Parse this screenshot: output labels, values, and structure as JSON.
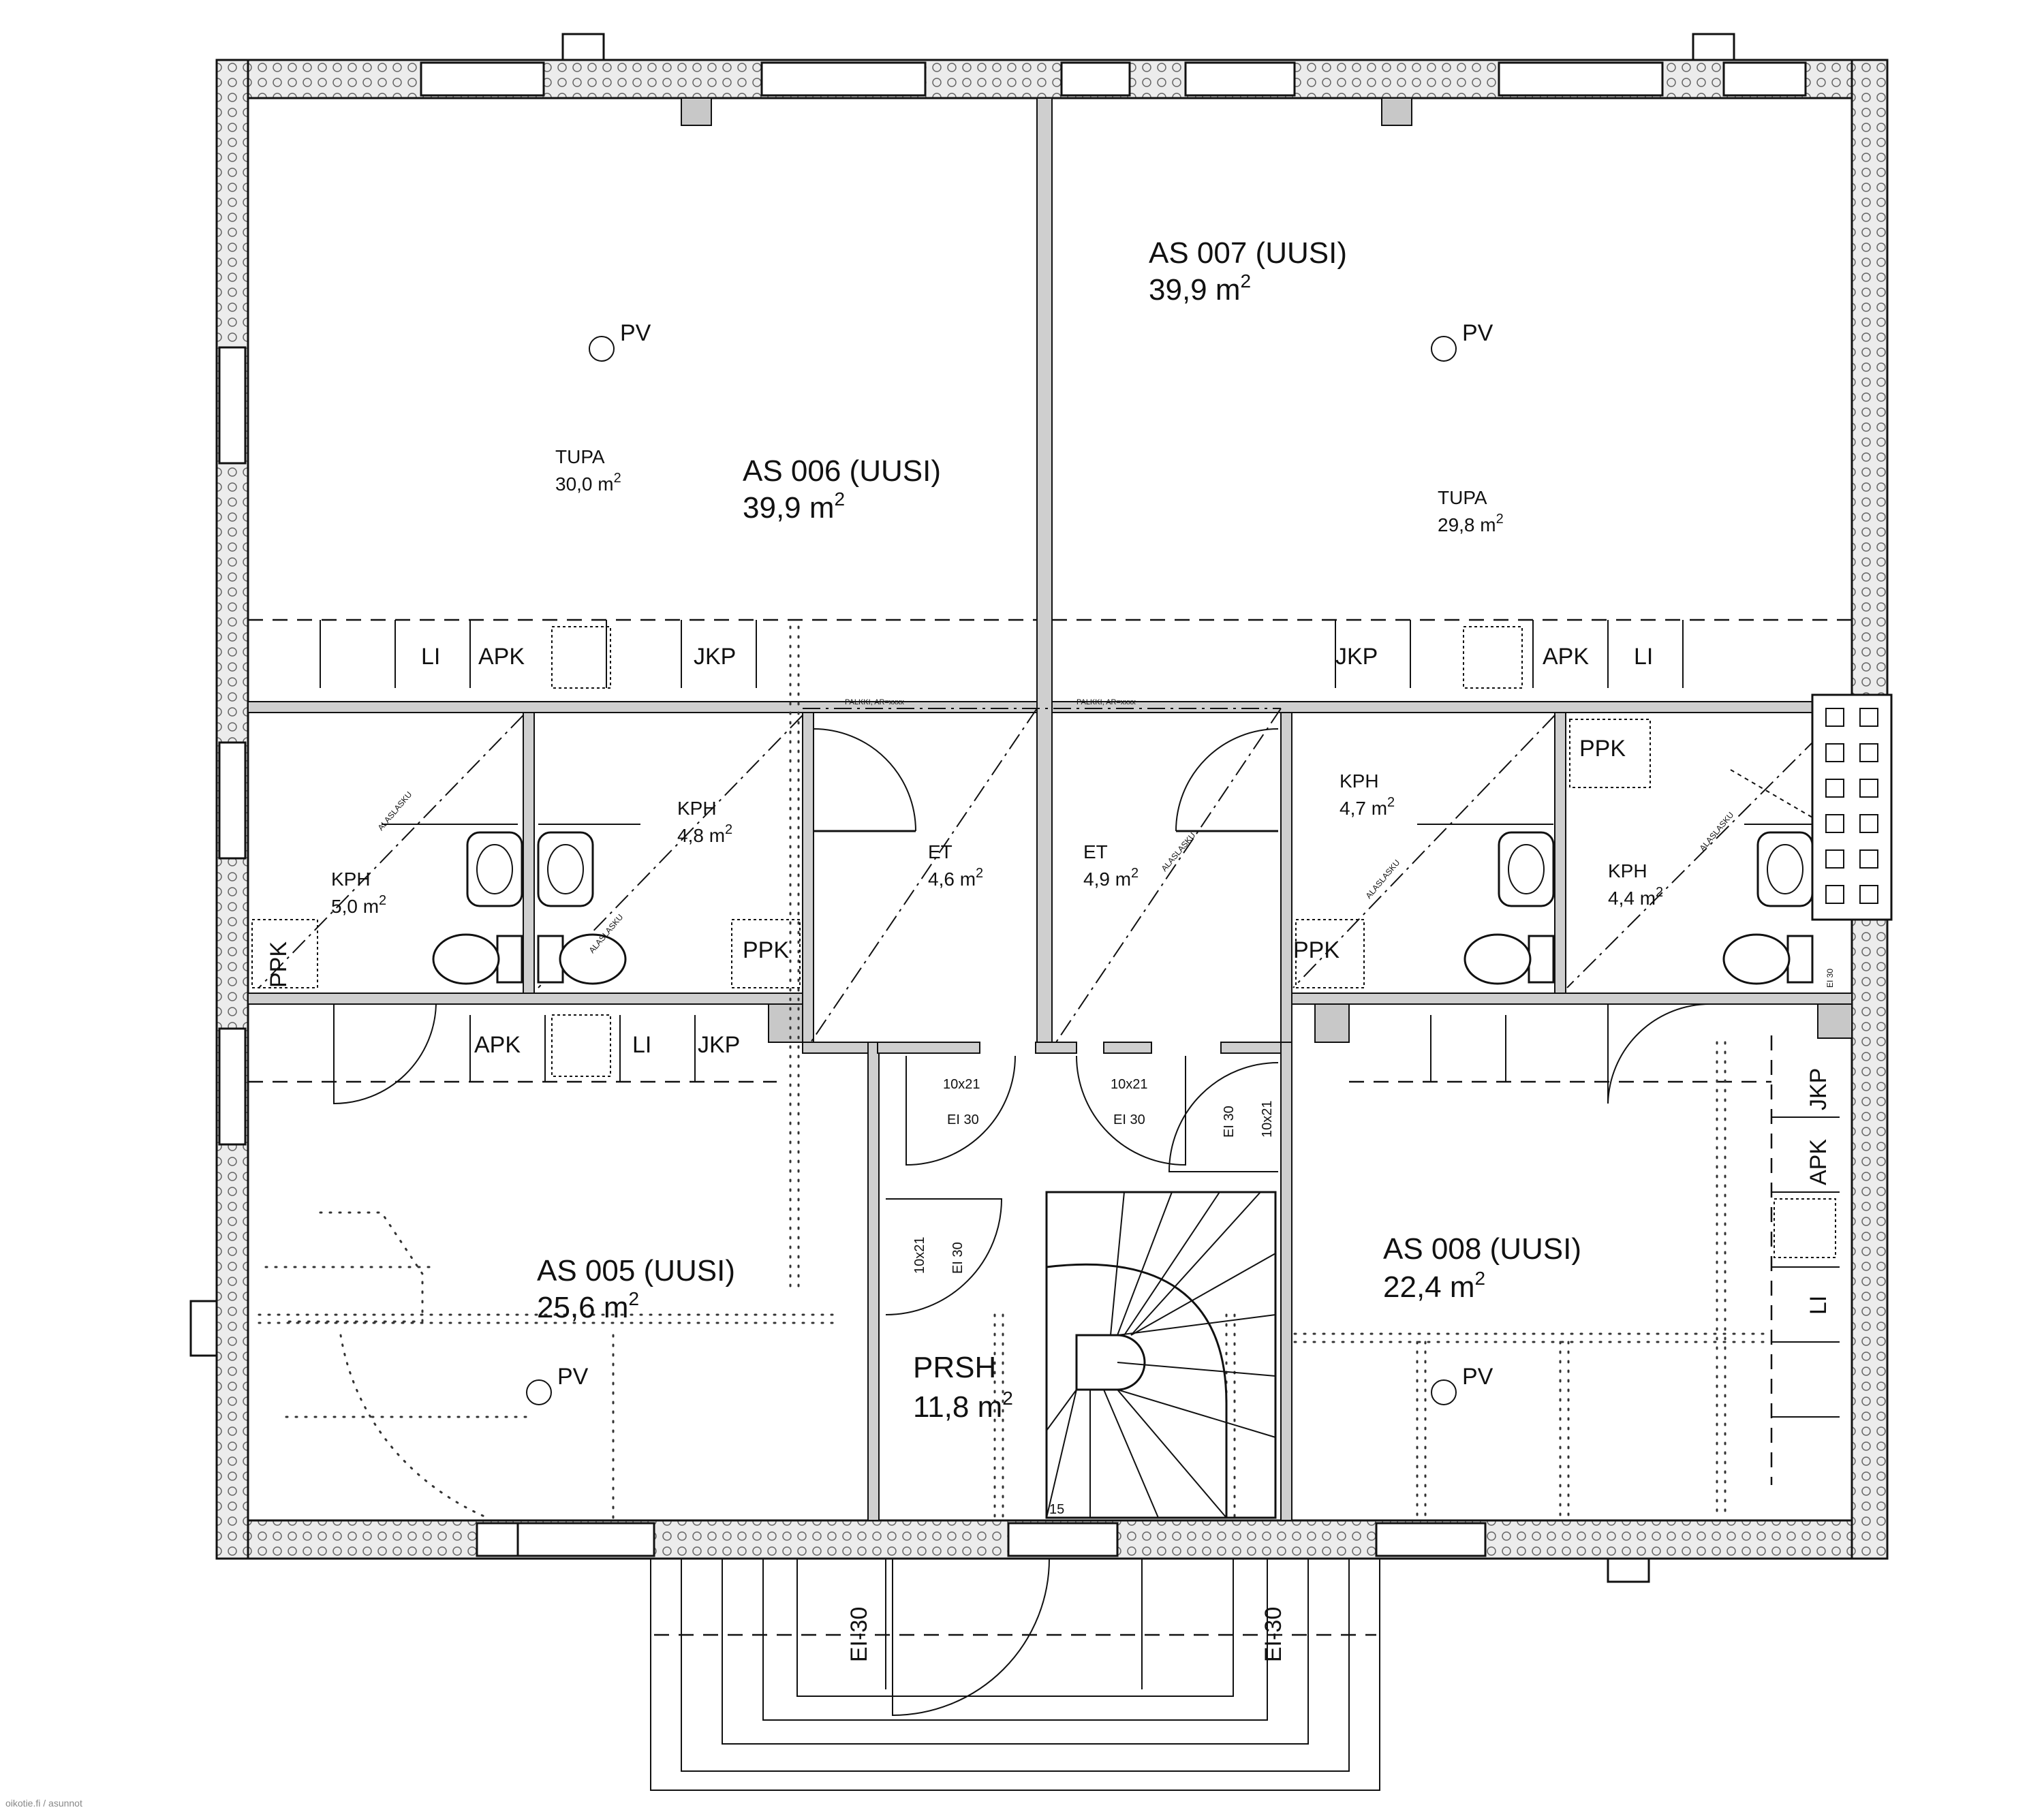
{
  "units": {
    "as005": {
      "name": "AS 005 (UUSI)",
      "area": "25,6 m",
      "pv": "PV"
    },
    "as006": {
      "name": "AS 006 (UUSI)",
      "area": "39,9 m",
      "pv": "PV"
    },
    "as007": {
      "name": "AS 007 (UUSI)",
      "area": "39,9 m",
      "pv": "PV"
    },
    "as008": {
      "name": "AS 008 (UUSI)",
      "area": "22,4 m",
      "pv": "PV"
    }
  },
  "rooms": {
    "tupa006": {
      "label": "TUPA",
      "area": "30,0 m"
    },
    "tupa007": {
      "label": "TUPA",
      "area": "29,8 m"
    },
    "kph005": {
      "label": "KPH",
      "area": "5,0 m"
    },
    "kph006": {
      "label": "KPH",
      "area": "4,8 m"
    },
    "kph007": {
      "label": "KPH",
      "area": "4,7 m"
    },
    "kph008": {
      "label": "KPH",
      "area": "4,4 m"
    },
    "et006": {
      "label": "ET",
      "area": "4,6 m"
    },
    "et007": {
      "label": "ET",
      "area": "4,9 m"
    },
    "prsh": {
      "label": "PRSH",
      "area": "11,8 m"
    }
  },
  "superscript": "2",
  "fixtures": {
    "ll": "LI",
    "apk": "APK",
    "jkp": "JKP",
    "ppk": "PPK"
  },
  "doors": {
    "size": "10x21",
    "rating": "EI 30"
  },
  "fire_labels": {
    "left": "EI-30",
    "right": "EI-30"
  },
  "beam_label": "PALKKI, AR=xxxx",
  "slope_label": "ALASLASKU",
  "stair_step": "15",
  "small_label": "EI 30",
  "watermark": "oikotie.fi / asunnot"
}
